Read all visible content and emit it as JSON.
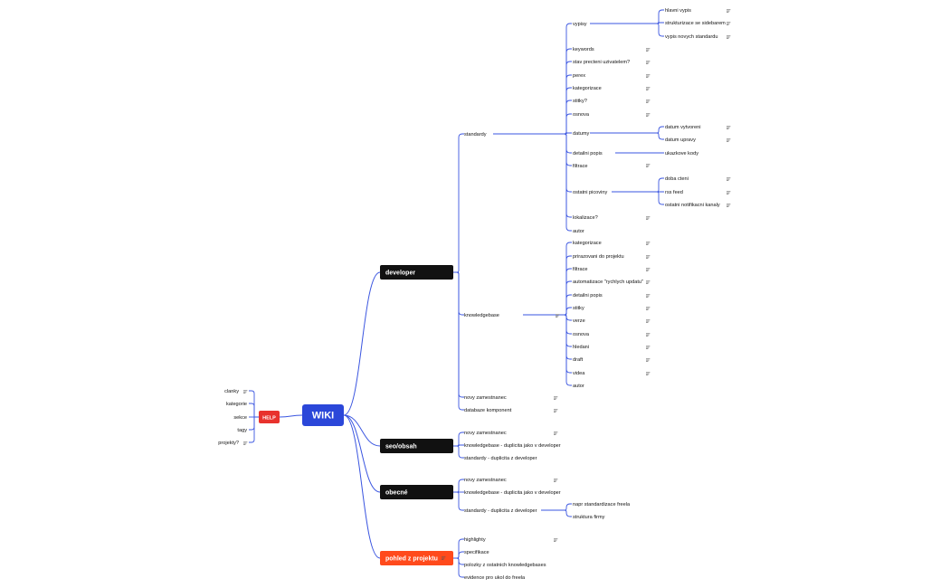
{
  "root": {
    "label": "WIKI",
    "color": "#2b47d9"
  },
  "help": {
    "label": "HELP",
    "color": "#e8322d",
    "items": [
      "clanky",
      "kategorie",
      "sekce",
      "tagy",
      "projekty?"
    ]
  },
  "branches": [
    {
      "label": "developer",
      "color": "#111111",
      "children": [
        {
          "label": "standardy",
          "children": [
            {
              "label": "vypisy",
              "children": [
                "hlavni vypis",
                "strukturizace se sidebarem",
                "vypis novych standardu"
              ]
            },
            {
              "label": "keywords"
            },
            {
              "label": "stav precteni uzivatelem?"
            },
            {
              "label": "perex"
            },
            {
              "label": "kategorizace"
            },
            {
              "label": "stitky?"
            },
            {
              "label": "osnova"
            },
            {
              "label": "datumy",
              "children": [
                "datum vytvoreni",
                "datum upravy"
              ]
            },
            {
              "label": "detailni popis",
              "children": [
                "ukazkove kody"
              ]
            },
            {
              "label": "filtrace"
            },
            {
              "label": "ostatni picoviny",
              "children": [
                "doba cteni",
                "rss feed",
                "ostatni notifikacni kanaly"
              ]
            },
            {
              "label": "lokalizace?"
            },
            {
              "label": "autor"
            }
          ]
        },
        {
          "label": "knowledgebase",
          "children": [
            {
              "label": "kategorizace"
            },
            {
              "label": "prirazovani do projektu"
            },
            {
              "label": "filtrace"
            },
            {
              "label": "automatizace \"rychlych updatu\""
            },
            {
              "label": "detailni popis"
            },
            {
              "label": "stitky"
            },
            {
              "label": "verze"
            },
            {
              "label": "osnova"
            },
            {
              "label": "hledani"
            },
            {
              "label": "draft"
            },
            {
              "label": "videa"
            },
            {
              "label": "autor"
            }
          ]
        },
        {
          "label": "novy zamestnanec"
        },
        {
          "label": "databaze komponent"
        }
      ]
    },
    {
      "label": "seo/obsah",
      "color": "#111111",
      "children": [
        {
          "label": "novy zamestnanec"
        },
        {
          "label": "knowledgebase - duplicita jako v developer"
        },
        {
          "label": "standardy - duplicita z developer"
        }
      ]
    },
    {
      "label": "obecné",
      "color": "#111111",
      "children": [
        {
          "label": "novy zamestnanec"
        },
        {
          "label": "knowledgebase - duplicita jako v developer"
        },
        {
          "label": "standardy - duplicita z developer",
          "children": [
            "napr standardizace freela",
            "struktura firmy"
          ]
        }
      ]
    },
    {
      "label": "pohled z projektu",
      "color": "#ff4a1c",
      "children": [
        {
          "label": "highlighty"
        },
        {
          "label": "specifikace"
        },
        {
          "label": "polozky z ostatnich knowledgebases"
        },
        {
          "label": "evidence pro ukol do freela"
        }
      ]
    }
  ]
}
